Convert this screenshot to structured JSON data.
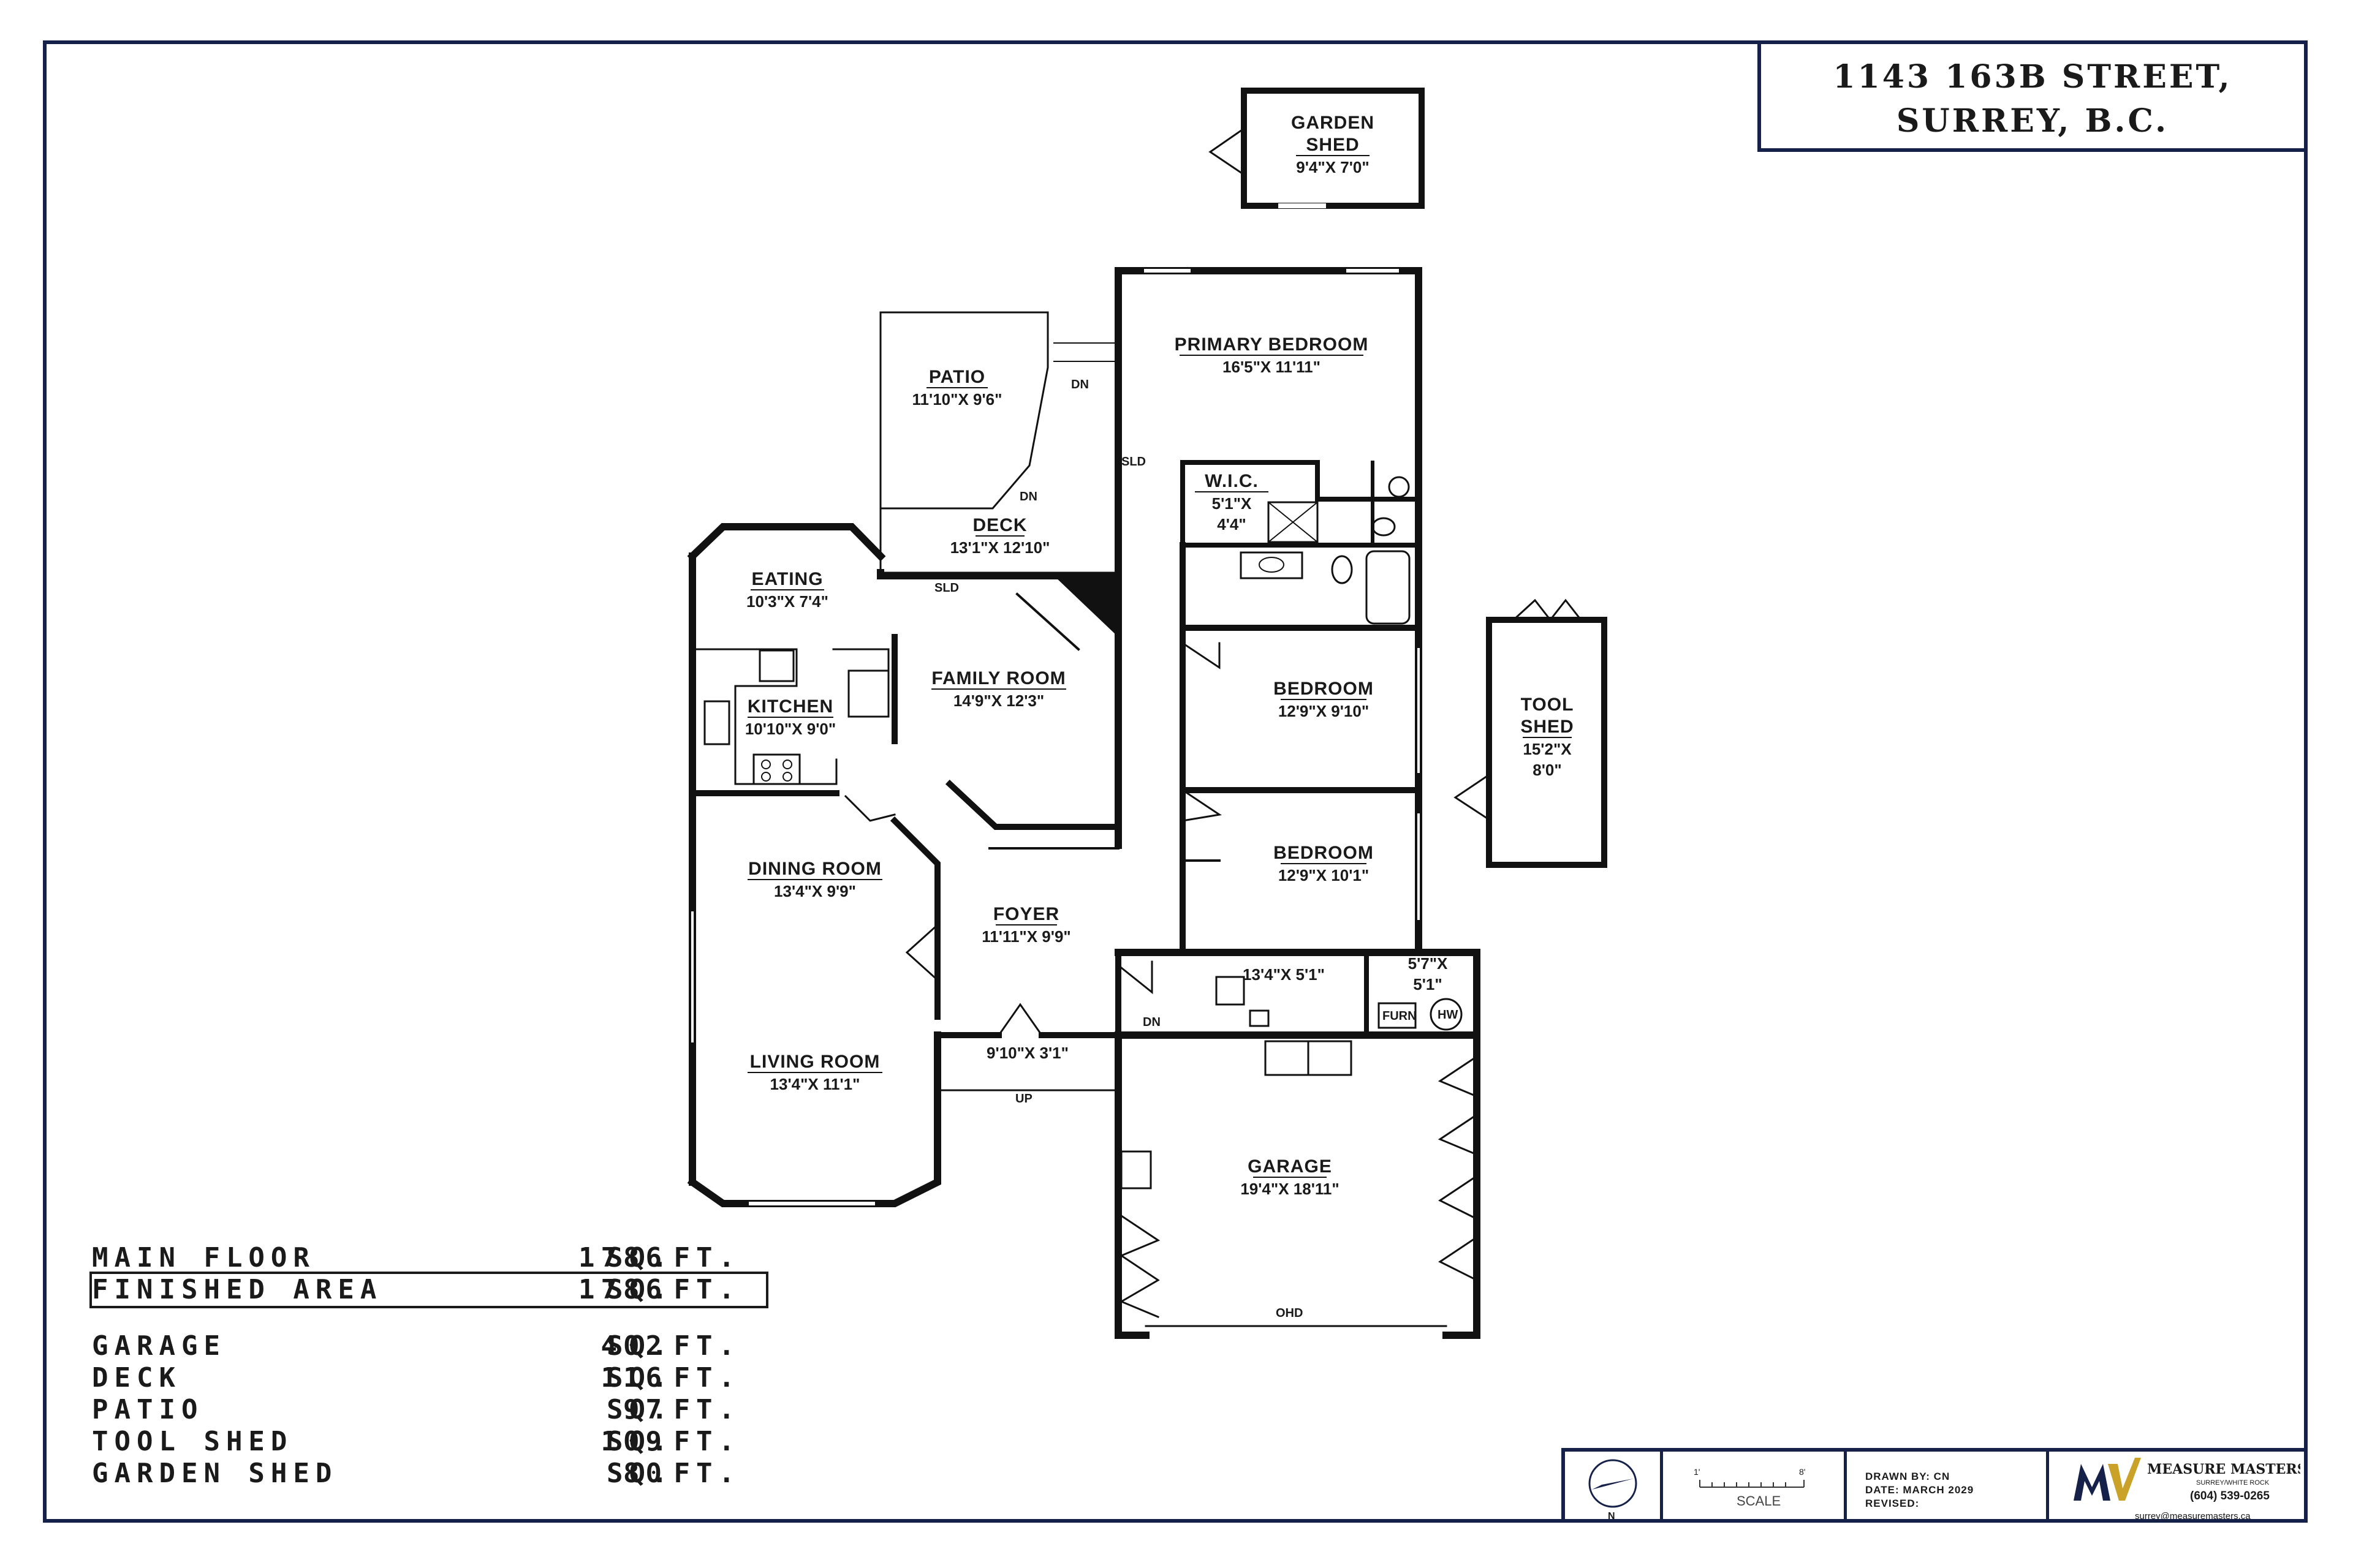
{
  "address": {
    "line1": "1143 163B STREET,",
    "line2": "SURREY, B.C."
  },
  "rooms": [
    {
      "id": "garden-shed",
      "name_lines": [
        "GARDEN",
        "SHED"
      ],
      "dim": "9'4\"X 7'0\""
    },
    {
      "id": "primary-bedroom",
      "name_lines": [
        "PRIMARY BEDROOM"
      ],
      "dim": "16'5\"X 11'11\""
    },
    {
      "id": "patio",
      "name_lines": [
        "PATIO"
      ],
      "dim": "11'10\"X 9'6\""
    },
    {
      "id": "wic",
      "name_lines": [
        "W.I.C."
      ],
      "dim_lines": [
        "5'1\"X",
        "4'4\""
      ]
    },
    {
      "id": "deck",
      "name_lines": [
        "DECK"
      ],
      "dim": "13'1\"X 12'10\""
    },
    {
      "id": "eating",
      "name_lines": [
        "EATING"
      ],
      "dim": "10'3\"X 7'4\""
    },
    {
      "id": "kitchen",
      "name_lines": [
        "KITCHEN"
      ],
      "dim": "10'10\"X 9'0\""
    },
    {
      "id": "family-room",
      "name_lines": [
        "FAMILY ROOM"
      ],
      "dim": "14'9\"X 12'3\""
    },
    {
      "id": "bedroom-1",
      "name_lines": [
        "BEDROOM"
      ],
      "dim": "12'9\"X 9'10\""
    },
    {
      "id": "tool-shed",
      "name_lines": [
        "TOOL",
        "SHED"
      ],
      "dim_lines": [
        "15'2\"X",
        "8'0\""
      ]
    },
    {
      "id": "bedroom-2",
      "name_lines": [
        "BEDROOM"
      ],
      "dim": "12'9\"X 10'1\""
    },
    {
      "id": "dining-room",
      "name_lines": [
        "DINING ROOM"
      ],
      "dim": "13'4\"X 9'9\""
    },
    {
      "id": "foyer",
      "name_lines": [
        "FOYER"
      ],
      "dim": "11'11\"X 9'9\""
    },
    {
      "id": "laundry",
      "name_lines": [],
      "dim": "13'4\"X 5'1\""
    },
    {
      "id": "utility",
      "name_lines": [],
      "dim_lines": [
        "5'7\"X",
        "5'1\""
      ]
    },
    {
      "id": "living-room",
      "name_lines": [
        "LIVING ROOM"
      ],
      "dim": "13'4\"X 11'1\""
    },
    {
      "id": "entry",
      "name_lines": [],
      "dim": "9'10\"X 3'1\""
    },
    {
      "id": "garage",
      "name_lines": [
        "GARAGE"
      ],
      "dim": "19'4\"X 18'11\""
    }
  ],
  "annotations": {
    "dn": "DN",
    "up": "UP",
    "sld": "SLD",
    "ohd": "OHD",
    "furn": "FURN",
    "hw": "HW"
  },
  "areas": {
    "main": {
      "name": "MAIN FLOOR",
      "value": "1786",
      "unit": "SQ.FT."
    },
    "finished": {
      "name": "FINISHED AREA",
      "value": "1786",
      "unit": "SQ.FT."
    },
    "garage": {
      "name": "GARAGE",
      "value": "402",
      "unit": "SQ.FT."
    },
    "deck": {
      "name": "DECK",
      "value": "116",
      "unit": "SQ.FT."
    },
    "patio": {
      "name": "PATIO",
      "value": "97",
      "unit": "SQ.FT."
    },
    "tool_shed": {
      "name": "TOOL SHED",
      "value": "109",
      "unit": "SQ.FT."
    },
    "garden_shed": {
      "name": "GARDEN SHED",
      "value": "80",
      "unit": "SQ.FT."
    }
  },
  "title_block": {
    "north": "N",
    "scale_start": "1'",
    "scale_end": "8'",
    "scale_label": "SCALE",
    "drawn_by": "DRAWN BY: CN",
    "date": "DATE: MARCH 2029",
    "revised": "REVISED:",
    "company": "MEASURE MASTERS",
    "tagline": "SURREY/WHITE ROCK",
    "phone": "(604) 539-0265",
    "email": "surrey@measuremasters.ca",
    "brand_color": "#16214a",
    "accent_color": "#c9a227"
  }
}
